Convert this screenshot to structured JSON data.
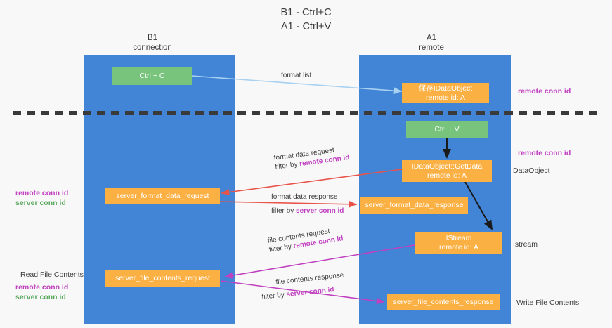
{
  "title": {
    "line1": "B1 - Ctrl+C",
    "line2": "A1 - Ctrl+V"
  },
  "columns": [
    {
      "name": "B1",
      "sub": "connection"
    },
    {
      "name": "A1",
      "sub": "remote"
    }
  ],
  "nodes": {
    "ctrl_c": {
      "label": "Ctrl + C"
    },
    "ctrl_v": {
      "label": "Ctrl + V"
    },
    "save_idataobject": {
      "line1": "保存IDataObject",
      "line2": "remote id: A"
    },
    "getdata": {
      "line1": "IDataObject::GetData",
      "line2": "remote id: A"
    },
    "istream": {
      "line1": "IStream",
      "line2": "remote id: A"
    },
    "server_format_data_request": {
      "label": "server_format_data_request"
    },
    "server_format_data_response": {
      "label": "server_format_data_response"
    },
    "server_file_contents_request": {
      "label": "server_file_contents_request"
    },
    "server_file_contents_response": {
      "label": "server_file_contents_response"
    }
  },
  "edges": {
    "format_list": {
      "label": "format list"
    },
    "format_data_request": {
      "label": "format data request",
      "filter_prefix": "filter by ",
      "filter_key": "remote conn id"
    },
    "format_data_response": {
      "label": "format data response",
      "filter_prefix": "filter by ",
      "filter_key": "server conn id"
    },
    "file_contents_request": {
      "label": "file contents request",
      "filter_prefix": "filter by ",
      "filter_key": "remote conn id"
    },
    "file_contents_response": {
      "label": "file contents response",
      "filter_prefix": "filter by ",
      "filter_key": "server conn id"
    }
  },
  "annotations": {
    "right_remote_top": "remote conn id",
    "right_remote_mid": "remote conn id",
    "right_dataobject": "DataObject",
    "right_istream": "Istream",
    "right_write_file_contents": "Write File Contents",
    "left_remote_conn_id_mid": "remote conn id",
    "left_server_conn_id_mid": "server conn id",
    "left_read_file_contents": "Read File Contents",
    "left_remote_conn_id_bottom": "remote conn id",
    "left_server_conn_id_bottom": "server conn id"
  },
  "colors": {
    "lane": "#4285d6",
    "green_node": "#78c47c",
    "orange_node": "#fbb044",
    "remote_key": "#c040c0",
    "server_key": "#5aa85e",
    "arrow_blue": "#a8d2f0",
    "arrow_red": "#e8534a",
    "arrow_magenta": "#c040c0",
    "arrow_black": "#1a1a1a",
    "divider": "#3a3a3a"
  }
}
